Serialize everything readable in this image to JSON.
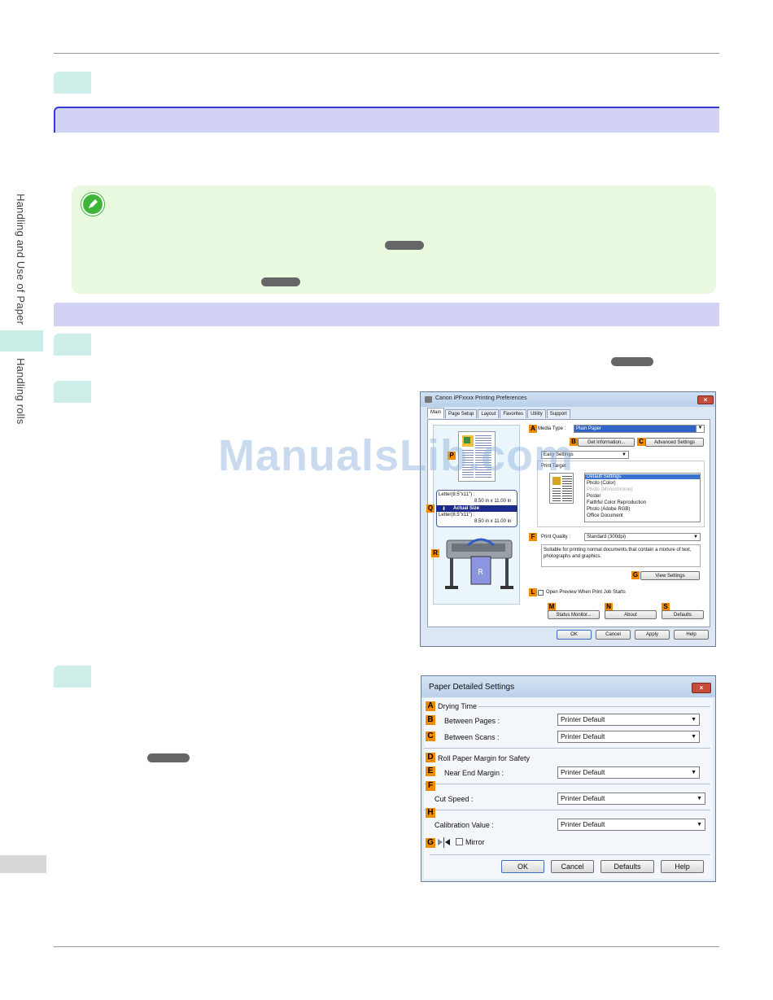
{
  "sidebar": {
    "section_label": "Handling and Use of Paper",
    "subsection_label": "Handling rolls"
  },
  "watermark": "ManualsLib.com",
  "dialog_main": {
    "title": "Canon iPFxxxx Printing Preferences",
    "tabs": [
      "Main",
      "Page Setup",
      "Layout",
      "Favorites",
      "Utility",
      "Support"
    ],
    "media_type_label": "Media Type :",
    "media_type_value": "Plain Paper",
    "get_info_button": "Get Information...",
    "advanced_settings_button": "Advanced Settings",
    "easy_settings_value": "Easy Settings",
    "print_target_label": "Print Target :",
    "print_target_items": [
      "Default Settings",
      "Photo (Color)",
      "Photo (Monochrome)",
      "Poster",
      "Faithful Color Reproduction",
      "Photo (Adobe RGB)",
      "Office Document"
    ],
    "print_quality_label": "Print Quality :",
    "print_quality_value": "Standard (300dpi)",
    "description": "Suitable for printing normal documents that contain a mixture of text, photographs and graphics.",
    "view_settings_button": "View Settings",
    "open_preview_label": "Open Preview When Print Job Starts",
    "status_monitor_button": "Status Monitor...",
    "about_button": "About",
    "defaults_button": "Defaults",
    "ok_button": "OK",
    "cancel_button": "Cancel",
    "apply_button": "Apply",
    "help_button": "Help",
    "paper_info_line1": "Letter(8.5\"x11\") :",
    "paper_info_size1": "8.50 in x 11.00 in",
    "actual_size_label": "Actual Size",
    "paper_info_line2": "Letter(8.5\"x11\") :",
    "paper_info_size2": "8.50 in x 11.00 in",
    "badges": {
      "A": "A",
      "B": "B",
      "C": "C",
      "F": "F",
      "G": "G",
      "L": "L",
      "M": "M",
      "N": "N",
      "S": "S",
      "P": "P",
      "Q": "Q",
      "R": "R"
    }
  },
  "dialog_paper": {
    "title": "Paper Detailed Settings",
    "drying_time_label": "Drying Time",
    "between_pages_label": "Between Pages :",
    "between_pages_value": "Printer Default",
    "between_scans_label": "Between Scans :",
    "between_scans_value": "Printer Default",
    "roll_margin_label": "Roll Paper Margin for Safety",
    "near_end_label": "Near End Margin :",
    "near_end_value": "Printer Default",
    "cut_speed_label": "Cut Speed :",
    "cut_speed_value": "Printer Default",
    "calibration_label": "Calibration Value :",
    "calibration_value": "Printer Default",
    "mirror_label": "Mirror",
    "ok_button": "OK",
    "cancel_button": "Cancel",
    "defaults_button": "Defaults",
    "help_button": "Help",
    "badges": {
      "A": "A",
      "B": "B",
      "C": "C",
      "D": "D",
      "E": "E",
      "F": "F",
      "H": "H",
      "G": "G"
    }
  },
  "colors": {
    "step_tab": "#cdeee9",
    "band": "#d2d2f5",
    "note_bg": "#e8f9e0",
    "badge": "#f08a00"
  }
}
